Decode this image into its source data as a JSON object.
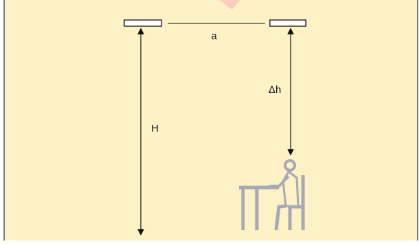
{
  "labels": {
    "spacing": "a",
    "height_total": "H",
    "height_delta": "Δh"
  },
  "colors": {
    "background": "#fdf1c6",
    "border": "#555555",
    "line": "#111111",
    "lamp_fill": "#ffffff",
    "figure": "#a9a9b3",
    "watermark": "#f6b8b8"
  }
}
